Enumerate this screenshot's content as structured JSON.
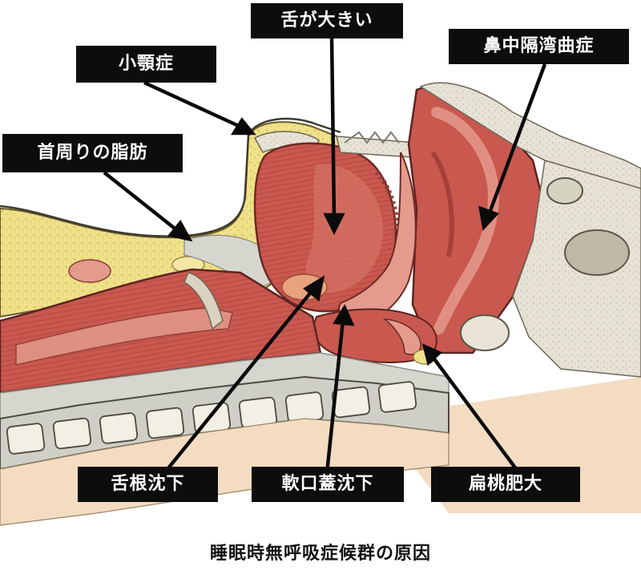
{
  "labels": {
    "small_jaw": "小顎症",
    "large_tongue": "舌が大きい",
    "deviated_septum": "鼻中隔湾曲症",
    "neck_fat": "首周りの脂肪",
    "tongue_base_drop": "舌根沈下",
    "soft_palate_drop": "軟口蓋沈下",
    "tonsil_hypertrophy": "扁桃肥大"
  },
  "caption": "睡眠時無呼吸症候群の原因",
  "colors": {
    "fat": "#efe189",
    "muscle": "#c9584f",
    "muscle_light": "#e49a8c",
    "bone": "#e8e3d6",
    "tissue_gray": "#cfcfc8",
    "label_bg": "#0d0d0d",
    "label_text": "#ffffff",
    "skin": "#f3dcc2"
  }
}
